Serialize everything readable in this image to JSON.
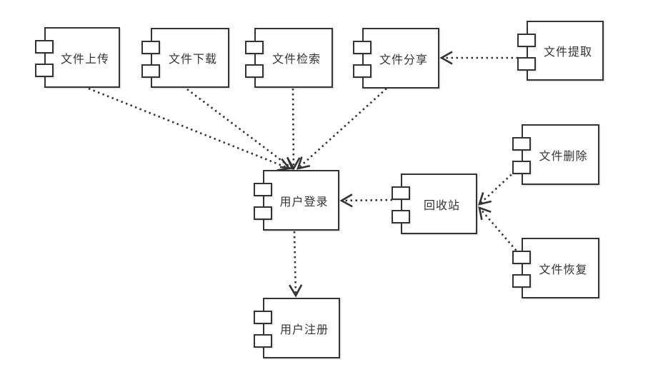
{
  "diagram": {
    "type": "uml-component-diagram",
    "background_color": "#ffffff",
    "stroke_color": "#333333",
    "text_color": "#333333",
    "components": [
      {
        "id": "file-upload",
        "label": "文件上传"
      },
      {
        "id": "file-download",
        "label": "文件下载"
      },
      {
        "id": "file-search",
        "label": "文件检索"
      },
      {
        "id": "file-share",
        "label": "文件分享"
      },
      {
        "id": "file-extract",
        "label": "文件提取"
      },
      {
        "id": "user-login",
        "label": "用户登录"
      },
      {
        "id": "recycle-bin",
        "label": "回收站"
      },
      {
        "id": "file-delete",
        "label": "文件删除"
      },
      {
        "id": "file-recover",
        "label": "文件恢复"
      },
      {
        "id": "user-register",
        "label": "用户注册"
      }
    ],
    "connectors": [
      {
        "from": "file-upload",
        "to": "user-login",
        "style": "dotted-open-arrow"
      },
      {
        "from": "file-download",
        "to": "user-login",
        "style": "dotted-open-arrow"
      },
      {
        "from": "file-search",
        "to": "user-login",
        "style": "dotted-open-arrow"
      },
      {
        "from": "file-share",
        "to": "user-login",
        "style": "dotted-open-arrow"
      },
      {
        "from": "file-extract",
        "to": "file-share",
        "style": "dotted-open-arrow"
      },
      {
        "from": "recycle-bin",
        "to": "user-login",
        "style": "dotted-open-arrow"
      },
      {
        "from": "file-delete",
        "to": "recycle-bin",
        "style": "dotted-open-arrow"
      },
      {
        "from": "file-recover",
        "to": "recycle-bin",
        "style": "dotted-open-arrow"
      },
      {
        "from": "user-login",
        "to": "user-register",
        "style": "dotted-open-arrow"
      }
    ]
  }
}
